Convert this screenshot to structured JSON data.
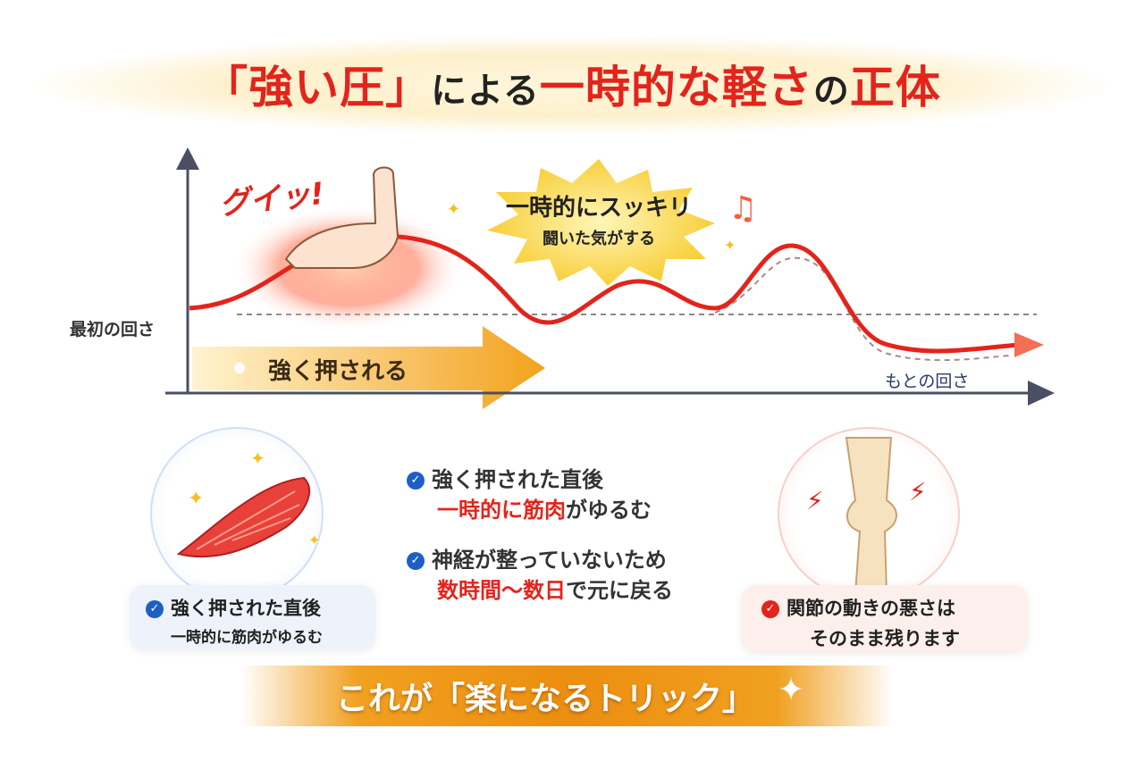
{
  "title": {
    "part1": "「強い圧」",
    "part2": "による",
    "part3": "一時的な軽さ",
    "part4": "の",
    "part5": "正体"
  },
  "graph": {
    "y_label": "最初の回さ",
    "x_end_label": "もとの回さ",
    "exclamation": "グイッ!",
    "burst_line1": "一時的にスッキリ",
    "burst_line2": "闘いた気がする",
    "arrow_label": "強く押される"
  },
  "left_card": {
    "line1": "強く押された直後",
    "line2": "一時的に筋肉がゆるむ"
  },
  "middle_points": [
    {
      "line1": "強く押された直後",
      "line2_red": "一時的に筋肉",
      "line2_rest": "がゆるむ"
    },
    {
      "line1": "神経が整っていないため",
      "line2_red": "数時間〜数日",
      "line2_rest": "で元に戻る"
    }
  ],
  "right_card": {
    "line1": "関節の動きの悪さは",
    "line2": "そのまま残ります"
  },
  "bottom_banner": "これが「楽になるトリック」",
  "colors": {
    "accent_red": "#e3241b",
    "check_blue": "#1f5fc4",
    "orange": "#f1a020"
  }
}
